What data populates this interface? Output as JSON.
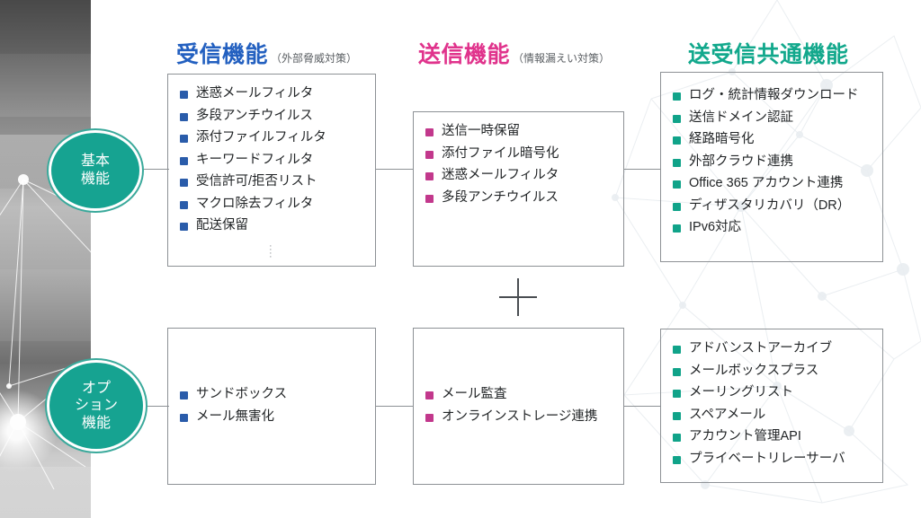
{
  "theme": {
    "blue": "#2360c0",
    "pink": "#e0338c",
    "teal": "#12a88c",
    "badge_fill": "#16a391",
    "box_border": "#8d9195",
    "text": "#222527"
  },
  "badges": [
    {
      "name": "basic",
      "lines": [
        "基本",
        "機能"
      ]
    },
    {
      "name": "option",
      "lines": [
        "オプ",
        "ション",
        "機能"
      ]
    }
  ],
  "columns": [
    {
      "id": "recv",
      "title": "受信機能",
      "subtitle": "（外部脅威対策）"
    },
    {
      "id": "send",
      "title": "送信機能",
      "subtitle": "（情報漏えい対策）"
    },
    {
      "id": "common",
      "title": "送受信共通機能",
      "subtitle": ""
    }
  ],
  "operator": {
    "plus": "+"
  },
  "ellipsis": {
    "glyph": "⋮"
  },
  "groups": {
    "basic": {
      "recv": [
        "迷惑メールフィルタ",
        "多段アンチウイルス",
        "添付ファイルフィルタ",
        "キーワードフィルタ",
        "受信許可/拒否リスト",
        "マクロ除去フィルタ",
        "配送保留"
      ],
      "send": [
        "送信一時保留",
        "添付ファイル暗号化",
        "迷惑メールフィルタ",
        "多段アンチウイルス"
      ],
      "common": [
        "ログ・統計情報ダウンロード",
        "送信ドメイン認証",
        "経路暗号化",
        "外部クラウド連携",
        "Office 365 アカウント連携",
        "ディザスタリカバリ（DR）",
        "IPv6対応"
      ]
    },
    "option": {
      "recv": [
        "サンドボックス",
        "メール無害化"
      ],
      "send": [
        "メール監査",
        "オンラインストレージ連携"
      ],
      "common": [
        "アドバンストアーカイブ",
        "メールボックスプラス",
        "メーリングリスト",
        "スペアメール",
        "アカウント管理API",
        "プライベートリレーサーバ"
      ]
    }
  }
}
